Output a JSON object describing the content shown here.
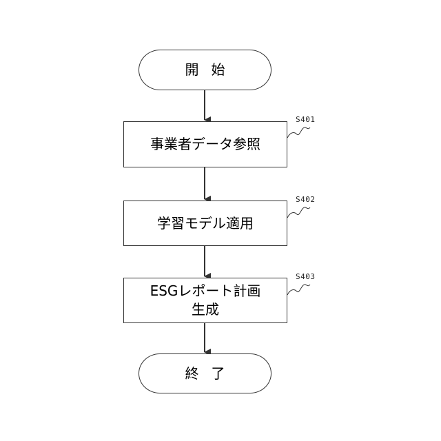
{
  "flowchart": {
    "start": {
      "text": "開始"
    },
    "steps": [
      {
        "id": "S401",
        "text": "事業者データ参照"
      },
      {
        "id": "S402",
        "text": "学習モデル適用"
      },
      {
        "id": "S403",
        "line1": "ESGレポート計画",
        "line2": "生成"
      }
    ],
    "end": {
      "text": "終了"
    }
  },
  "colors": {
    "stroke": "#333333",
    "text": "#000000",
    "background": "#ffffff"
  }
}
